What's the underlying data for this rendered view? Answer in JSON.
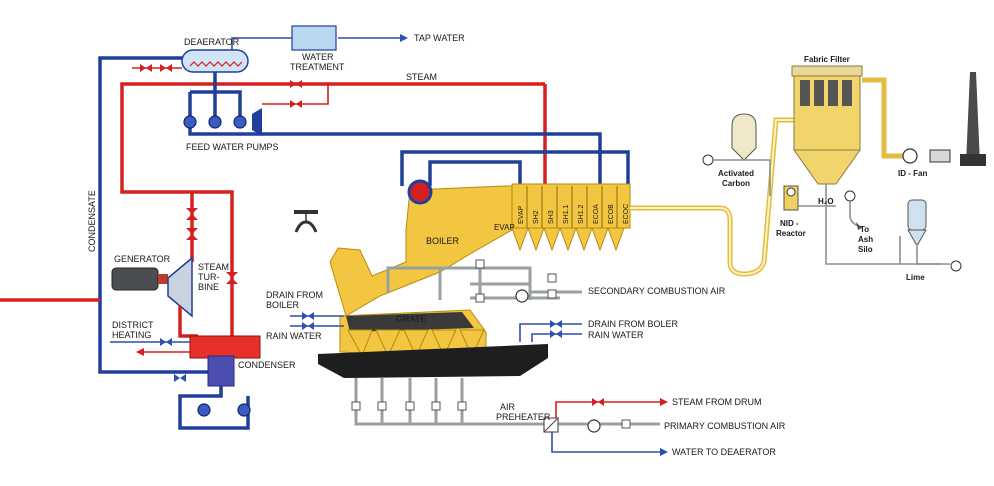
{
  "labels": {
    "deaerator": "DEAERATOR",
    "water_treatment_1": "WATER",
    "water_treatment_2": "TREATMENT",
    "tap_water": "TAP WATER",
    "steam": "STEAM",
    "feed_water_pumps": "FEED WATER PUMPS",
    "condensate": "CONDENSATE",
    "generator": "GENERATOR",
    "steam_turbine_1": "STEAM",
    "steam_turbine_2": "TUR-",
    "steam_turbine_3": "BINE",
    "district_heating_1": "DISTRICT",
    "district_heating_2": "HEATING",
    "condenser": "CONDENSER",
    "boiler": "BOILER",
    "evap_small": "EVAP",
    "grate": "GRATE",
    "drain_from_boiler_left_1": "DRAIN FROM",
    "drain_from_boiler_left_2": "BOILER",
    "rain_water_left": "RAIN WATER",
    "secondary_combustion_air": "SECONDARY COMBUSTION AIR",
    "drain_from_boler_right": "DRAIN FROM BOLER",
    "rain_water_right": "RAIN WATER",
    "air_preheater_1": "AIR",
    "air_preheater_2": "PREHEATER",
    "steam_from_drum": "STEAM FROM DRUM",
    "primary_combustion_air": "PRIMARY COMBUSTION AIR",
    "water_to_deaerator": "WATER TO DEAERATOR",
    "fabric_filter": "Fabric Filter",
    "activated_carbon_1": "Activated",
    "activated_carbon_2": "Carbon",
    "id_fan": "ID - Fan",
    "h2o": "H₂O",
    "nid_reactor_1": "NID -",
    "nid_reactor_2": "Reactor",
    "to_ash_silo_1": "To",
    "to_ash_silo_2": "Ash",
    "to_ash_silo_3": "Silo",
    "lime": "Lime"
  },
  "economizer_sections": [
    "EVAP",
    "SH2",
    "SH3",
    "SH1.1",
    "SH1.2",
    "ECOA",
    "ECOB",
    "ECOC"
  ],
  "colors": {
    "steam_line": "#d42020",
    "water_line": "#1f3f9a",
    "boiler": "#f2c640",
    "air_line": "#9aa0a0"
  }
}
